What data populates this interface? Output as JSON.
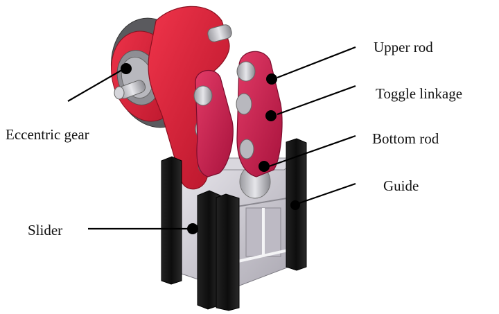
{
  "figure": {
    "background": "#ffffff",
    "subject": "Toggle linkage press mechanism (3D CAD render)"
  },
  "labels": {
    "upper_rod": "Upper rod",
    "toggle_linkage": "Toggle linkage",
    "bottom_rod": "Bottom rod",
    "guide": "Guide",
    "eccentric_gear": "Eccentric gear",
    "slider": "Slider"
  },
  "colors": {
    "link_red": "#e8233a",
    "link_dark_red": "#b01428",
    "pink_link": "#d81b4f",
    "metal": "#c8c8cc",
    "metal_dark": "#8a8a90",
    "guide_black": "#151515",
    "leader": "#000000"
  }
}
